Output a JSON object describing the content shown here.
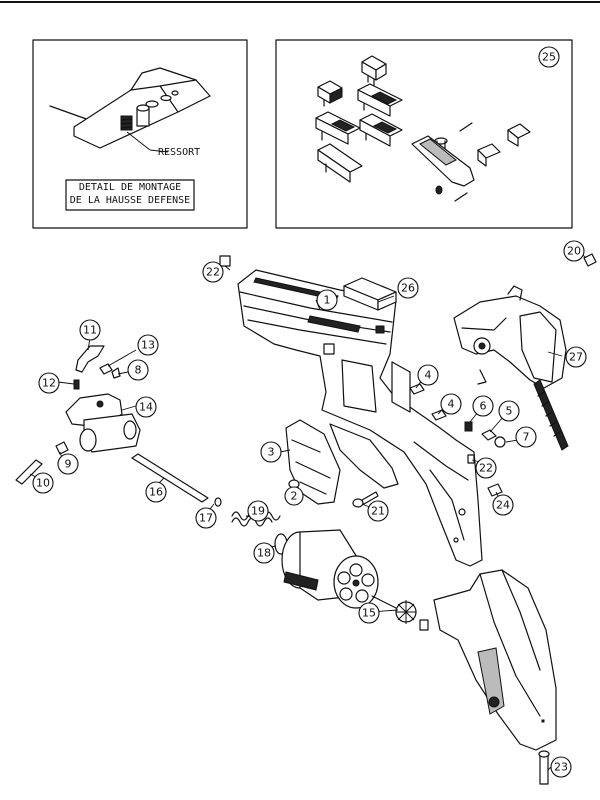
{
  "inset_detail": {
    "spring_label": "RESSORT",
    "caption_line1": "DETAIL DE MONTAGE",
    "caption_line2": "DE LA HAUSSE DEFENSE"
  },
  "callouts": [
    "1",
    "2",
    "3",
    "4",
    "4",
    "5",
    "6",
    "7",
    "8",
    "9",
    "10",
    "11",
    "12",
    "13",
    "14",
    "15",
    "16",
    "17",
    "18",
    "19",
    "20",
    "21",
    "22",
    "22",
    "23",
    "24",
    "25",
    "26",
    "27"
  ]
}
